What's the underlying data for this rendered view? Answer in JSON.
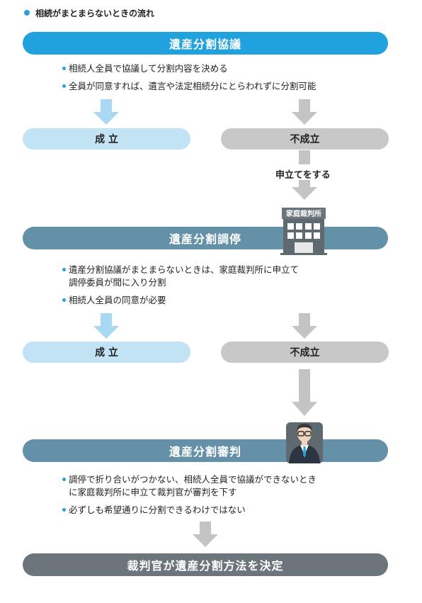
{
  "header": {
    "title": "相続がまとまらないときの流れ"
  },
  "stages": {
    "kyogi": {
      "label": "遺産分割協議",
      "bullets": [
        "相続人全員で協議して分割内容を決める",
        "全員が同意すれば、遺言や法定相続分にとらわれずに分割可能"
      ],
      "success": "成 立",
      "fail": "不成立"
    },
    "chotei": {
      "connector_label": "申立てをする",
      "court_sign": "家庭裁判所",
      "label": "遺産分割調停",
      "bullets": [
        "遺産分割協議がまとまらないときは、家庭裁判所に申立て\n調停委員が間に入り分割",
        "相続人全員の同意が必要"
      ],
      "success": "成 立",
      "fail": "不成立"
    },
    "shinpan": {
      "label": "遺産分割審判",
      "bullets": [
        "調停で折り合いがつかない、相続人全員で協議ができないとき\nに家庭裁判所に申立て裁判官が審判を下す",
        "必ずしも希望通りに分割できるわけではない"
      ]
    },
    "final": {
      "label": "裁判官が遺産分割方法を決定"
    }
  },
  "colors": {
    "accent_blue": "#21a2de",
    "slate": "#6490a8",
    "dark": "#6b757b",
    "light_blue": "#c2e3f4",
    "light_gray": "#c8c8c8",
    "arrow_blue": "#a8d8f2",
    "arrow_gray": "#c4c4c4"
  },
  "icons": [
    "courthouse-icon",
    "judge-icon"
  ]
}
